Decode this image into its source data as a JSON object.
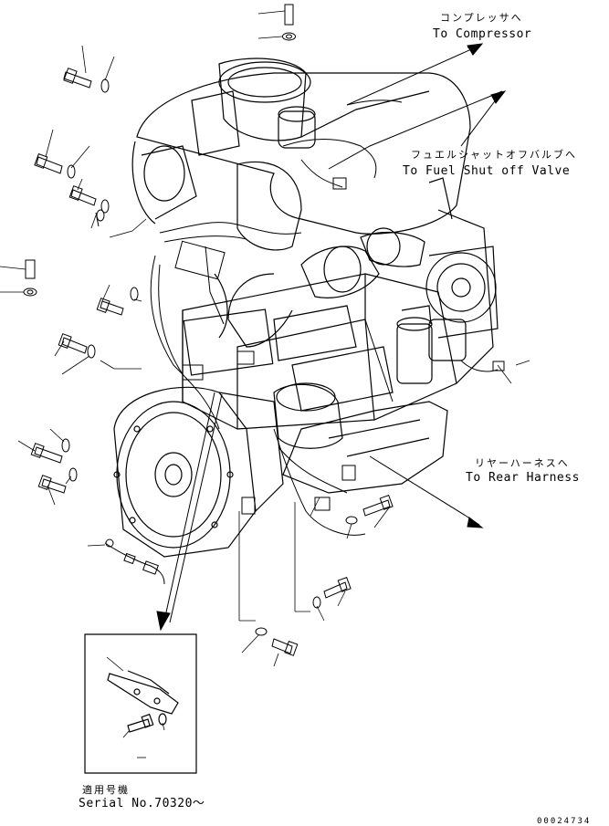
{
  "callouts": {
    "compressor": {
      "jp": "コンプレッサへ",
      "en": "To Compressor"
    },
    "fuel_valve": {
      "jp": "フュエルシャットオフバルブへ",
      "en": "To Fuel Shut off Valve"
    },
    "rear_harness": {
      "jp": "リヤーハーネスへ",
      "en": "To Rear Harness"
    }
  },
  "serial": {
    "jp": "適用号機",
    "en": "Serial No.70320～"
  },
  "figure_number": "00024734"
}
